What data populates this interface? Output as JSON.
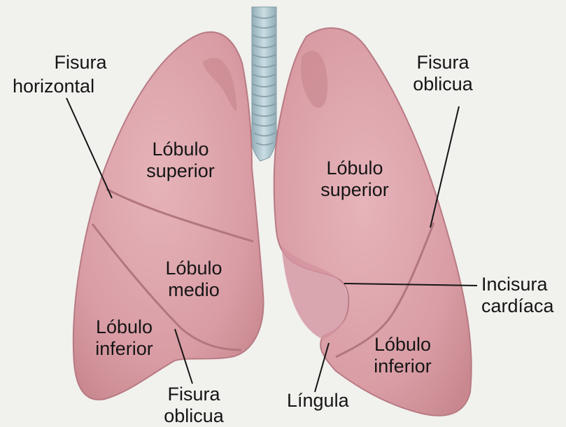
{
  "labels": {
    "fisura_horizontal": [
      "Fisura",
      "horizontal"
    ],
    "fisura_oblicua_right": [
      "Fisura",
      "oblicua"
    ],
    "fisura_oblicua_bottom": [
      "Fisura",
      "oblicua"
    ],
    "incisura_cardiaca": [
      "Incisura",
      "cardíaca"
    ],
    "lingula": "Língula",
    "lobulo_superior_left": [
      "Lóbulo",
      "superior"
    ],
    "lobulo_medio": [
      "Lóbulo",
      "medio"
    ],
    "lobulo_inferior_left": [
      "Lóbulo",
      "inferior"
    ],
    "lobulo_superior_right": [
      "Lóbulo",
      "superior"
    ],
    "lobulo_inferior_right": [
      "Lóbulo",
      "inferior"
    ]
  },
  "colors": {
    "background": "#f1f1ee",
    "lung_fill": "#dba0a7",
    "lung_edge": "#b87a83",
    "trachea": "#a9c3cc",
    "leader_line": "#151515"
  }
}
